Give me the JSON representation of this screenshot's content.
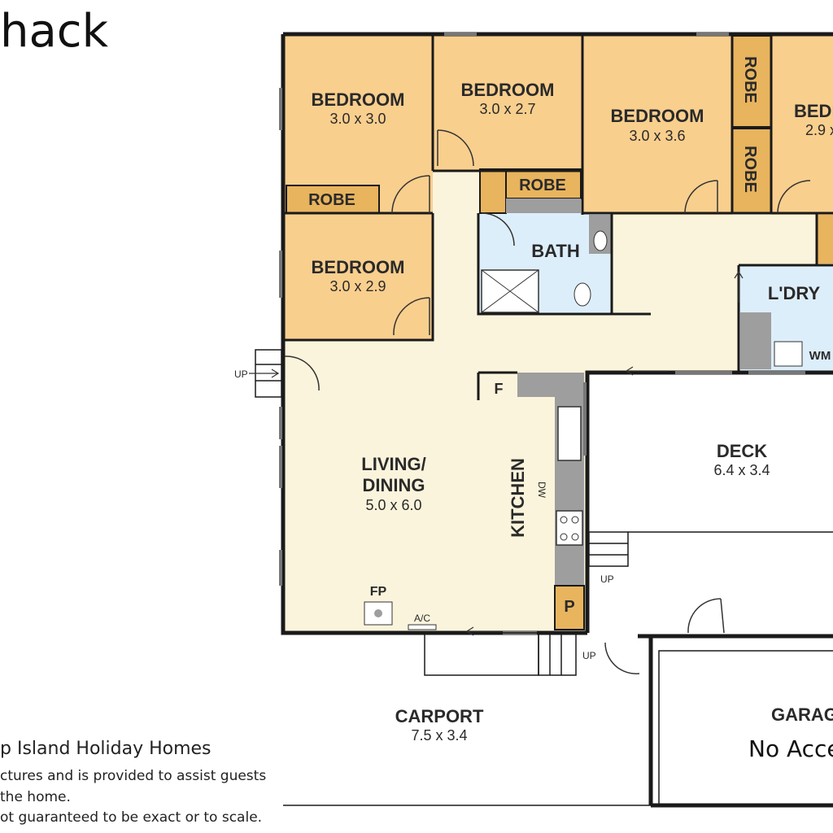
{
  "header": {
    "title": "hack"
  },
  "footer": {
    "credit": "p Island Holiday Homes",
    "notes": [
      "ctures and is provided to assist guests",
      " the home.",
      "ot guaranteed to be exact or to scale."
    ]
  },
  "rooms": {
    "bedroom1": {
      "name": "BEDROOM",
      "size": "3.0 x 3.0"
    },
    "bedroom2": {
      "name": "BEDROOM",
      "size": "3.0 x 2.7"
    },
    "bedroom3": {
      "name": "BEDROOM",
      "size": "3.0 x 3.6"
    },
    "bedroom4": {
      "name": "BEDR",
      "size": "2.9 x"
    },
    "bedroom5": {
      "name": "BEDROOM",
      "size": "3.0 x 2.9"
    },
    "bath": {
      "name": "BATH"
    },
    "laundry": {
      "name": "L'DRY",
      "wm": "WM"
    },
    "living": {
      "name1": "LIVING/",
      "name2": "DINING",
      "size": "5.0 x 6.0"
    },
    "kitchen": {
      "name": "KITCHEN",
      "fridge": "F",
      "dw": "DW",
      "pantry": "P"
    },
    "deck": {
      "name": "DECK",
      "size": "6.4 x 3.4"
    },
    "carport": {
      "name": "CARPORT",
      "size": "7.5 x 3.4"
    },
    "garage": {
      "name": "GARAGE",
      "note": "No Acce"
    }
  },
  "fixtures": {
    "robe": "ROBE",
    "fp": "FP",
    "ac": "A/C",
    "up": "UP"
  },
  "colors": {
    "bedroom": "#F9CF8E",
    "robe": "#E8B45E",
    "living": "#FBF4DC",
    "wet": "#DDEEFB",
    "wall": "#1a1a1a",
    "bench": "#9E9E9E"
  }
}
